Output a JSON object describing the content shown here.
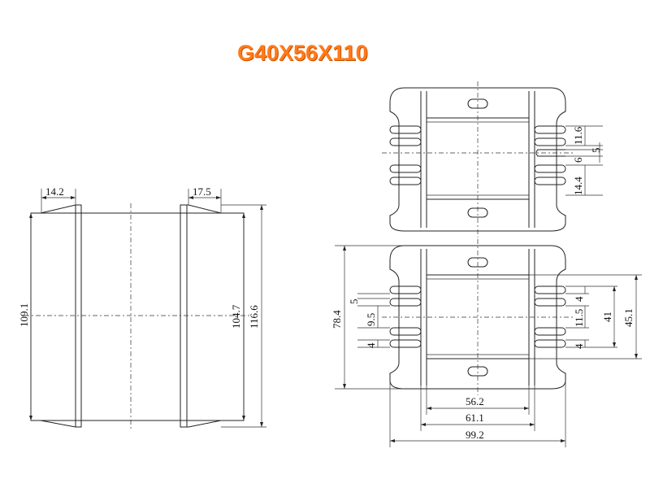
{
  "title": "G40X56X110",
  "dimensions": {
    "d14_2": "14.2",
    "d17_5": "17.5",
    "d109_1": "109.1",
    "d104_7": "104.7",
    "d116_6": "116.6",
    "d11_6": "11.6",
    "d5_top": "5",
    "d6": "6",
    "d14_4": "14.4",
    "d78_4": "78.4",
    "d5_left": "5",
    "d9_5": "9.5",
    "d4_left": "4",
    "d4_r1": "4",
    "d11_5": "11.5",
    "d4_r2": "4",
    "d41": "41",
    "d45_1": "45.1",
    "d56_2": "56.2",
    "d61_1": "61.1",
    "d99_2": "99.2"
  }
}
